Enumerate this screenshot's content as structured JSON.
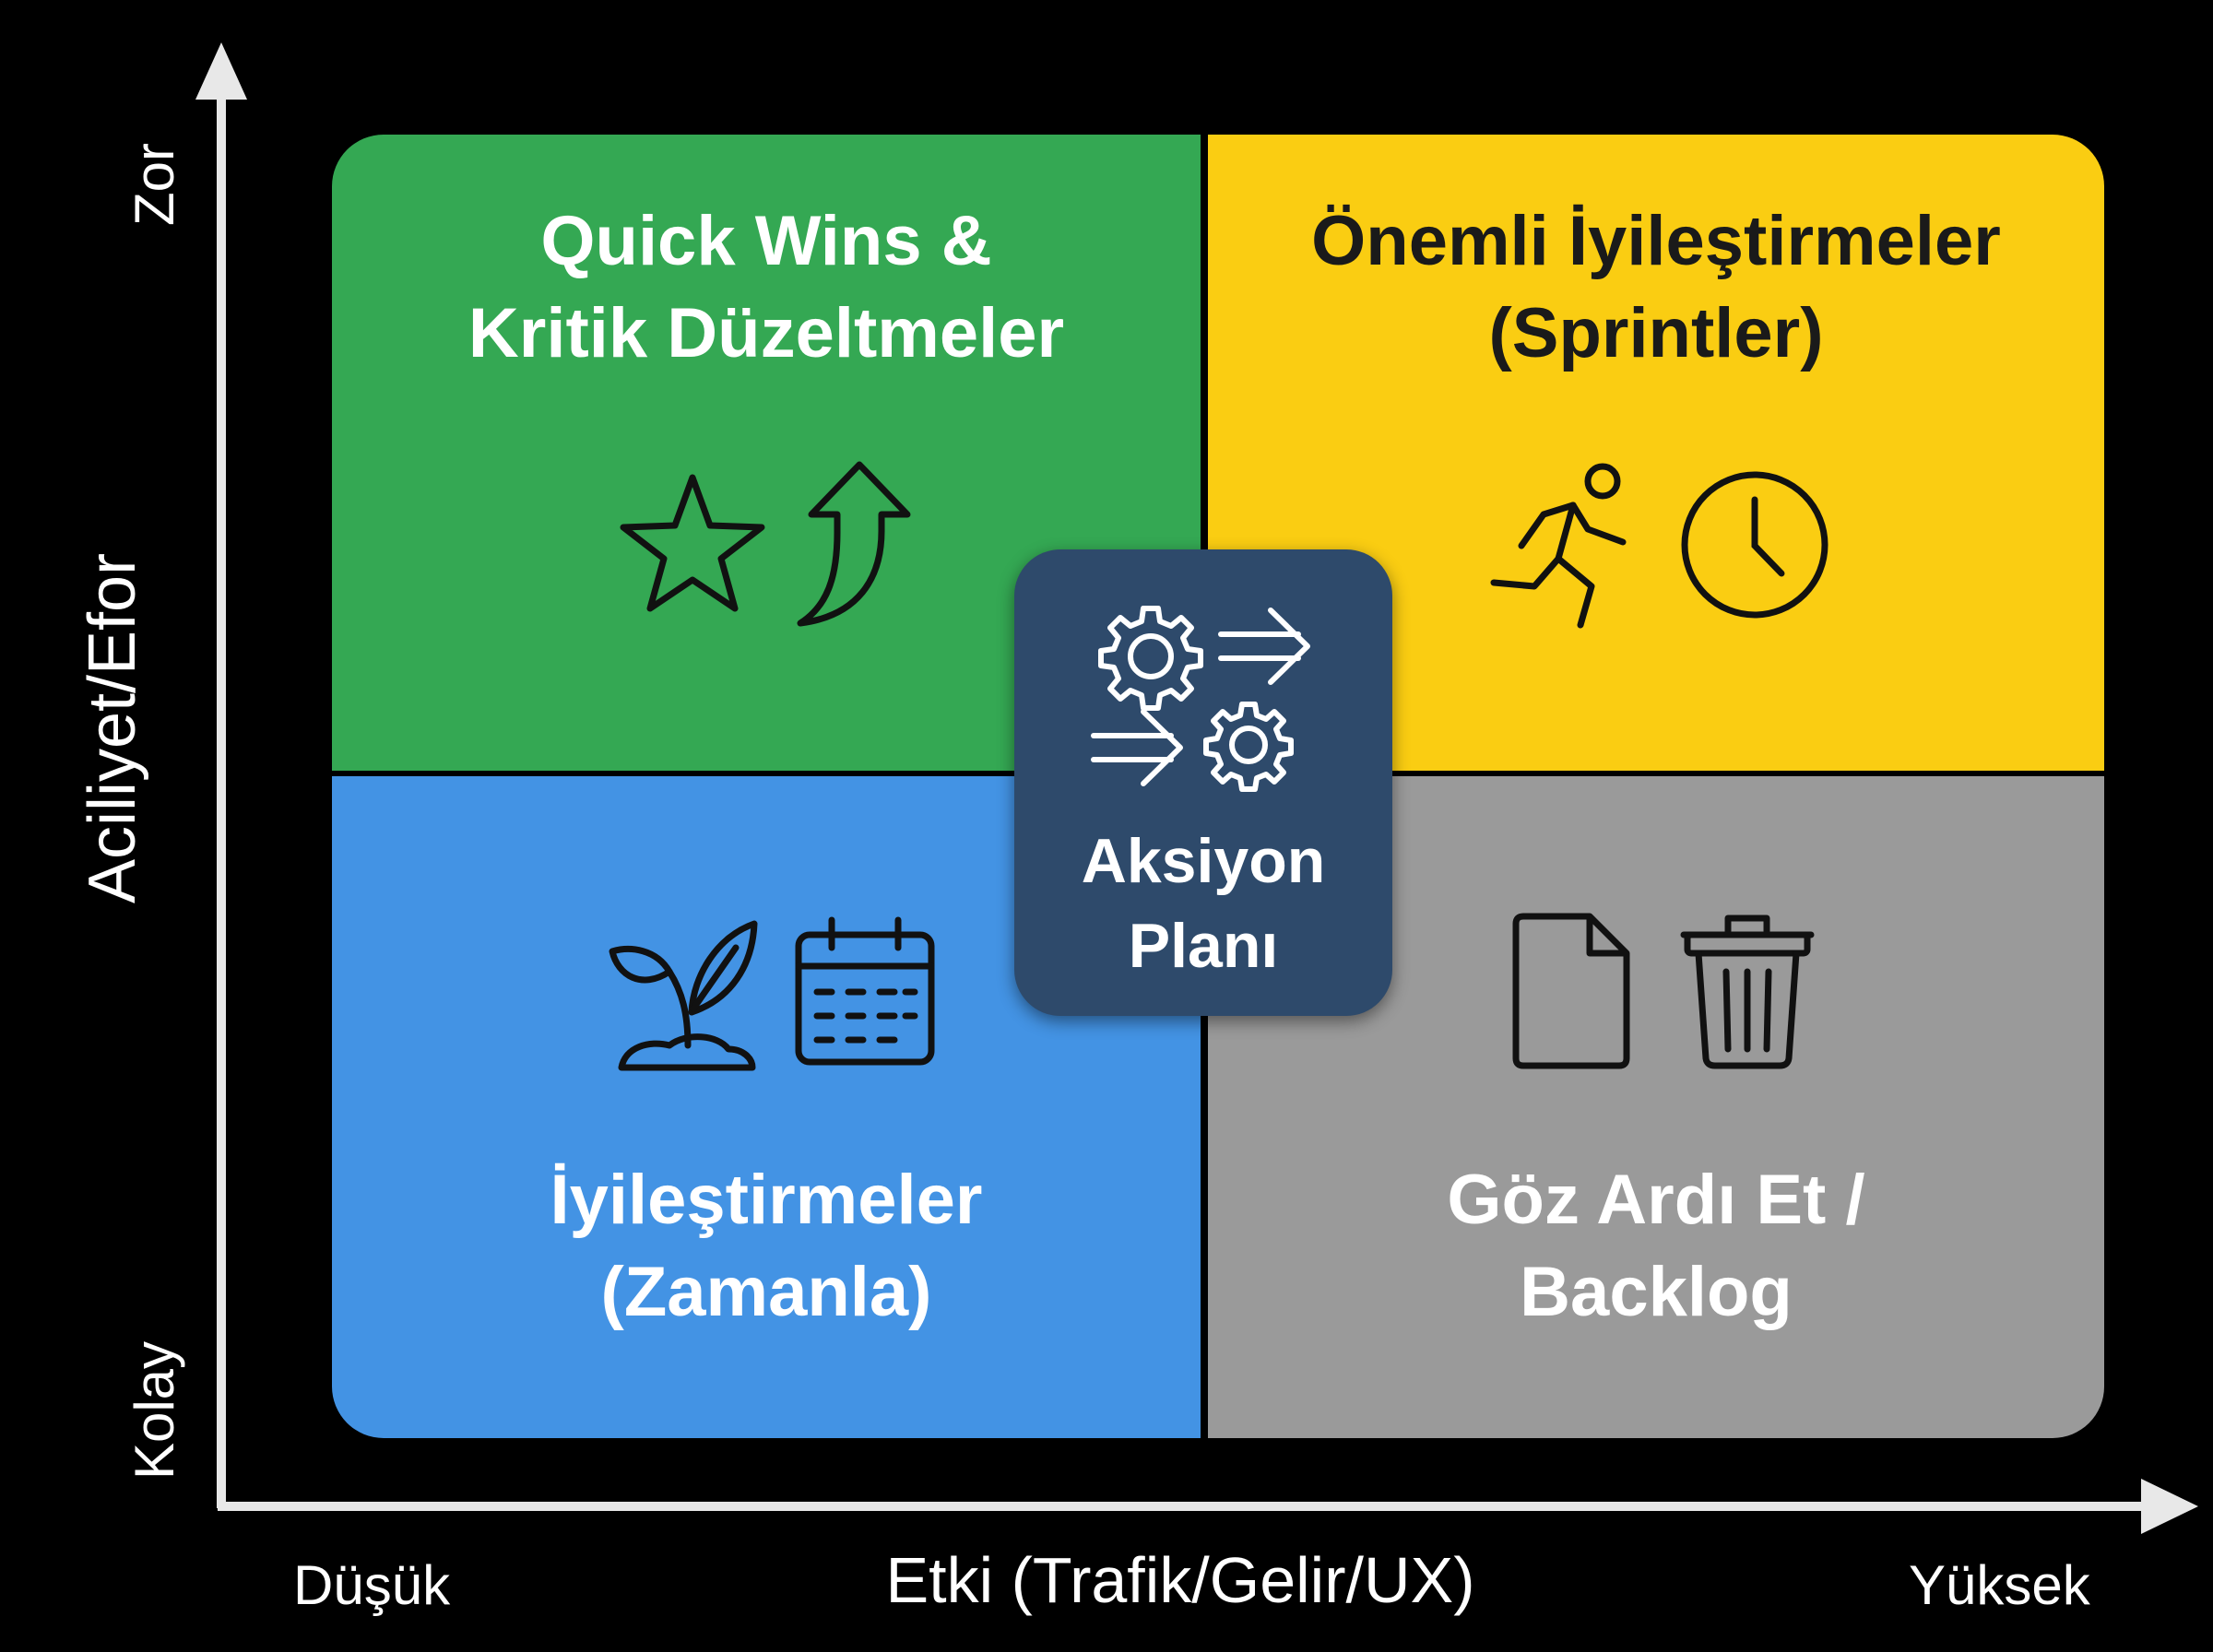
{
  "diagram": {
    "quadrants": {
      "top_left": {
        "title_line1": "Quick Wins &",
        "title_line2": "Kritik Düzeltmeler",
        "color": "#34a853",
        "icons": [
          "star-icon",
          "curved-arrow-up-icon"
        ]
      },
      "top_right": {
        "title_line1": "Önemli İyileştirmeler",
        "title_line2": "(Sprintler)",
        "color": "#facd12",
        "icons": [
          "running-person-icon",
          "clock-icon"
        ]
      },
      "bottom_left": {
        "title_line1": "İyileştirmeler",
        "title_line2": "(Zamanla)",
        "color": "#4393e4",
        "icons": [
          "sprout-icon",
          "calendar-icon"
        ]
      },
      "bottom_right": {
        "title_line1": "Göz Ardı Et /",
        "title_line2": "Backlog",
        "color": "#9a9a9a",
        "icons": [
          "document-icon",
          "trash-icon"
        ]
      }
    },
    "center": {
      "line1": "Aksiyon",
      "line2": "Planı",
      "color": "#2e4a6b",
      "icons": [
        "gears-arrows-icon"
      ]
    },
    "axes": {
      "x_label": "Etki (Trafik/Gelir/UX)",
      "x_low": "Düşük",
      "x_high": "Yüksek",
      "y_label": "Aciliyet/Efor",
      "y_low": "Kolay",
      "y_high": "Zor"
    }
  }
}
